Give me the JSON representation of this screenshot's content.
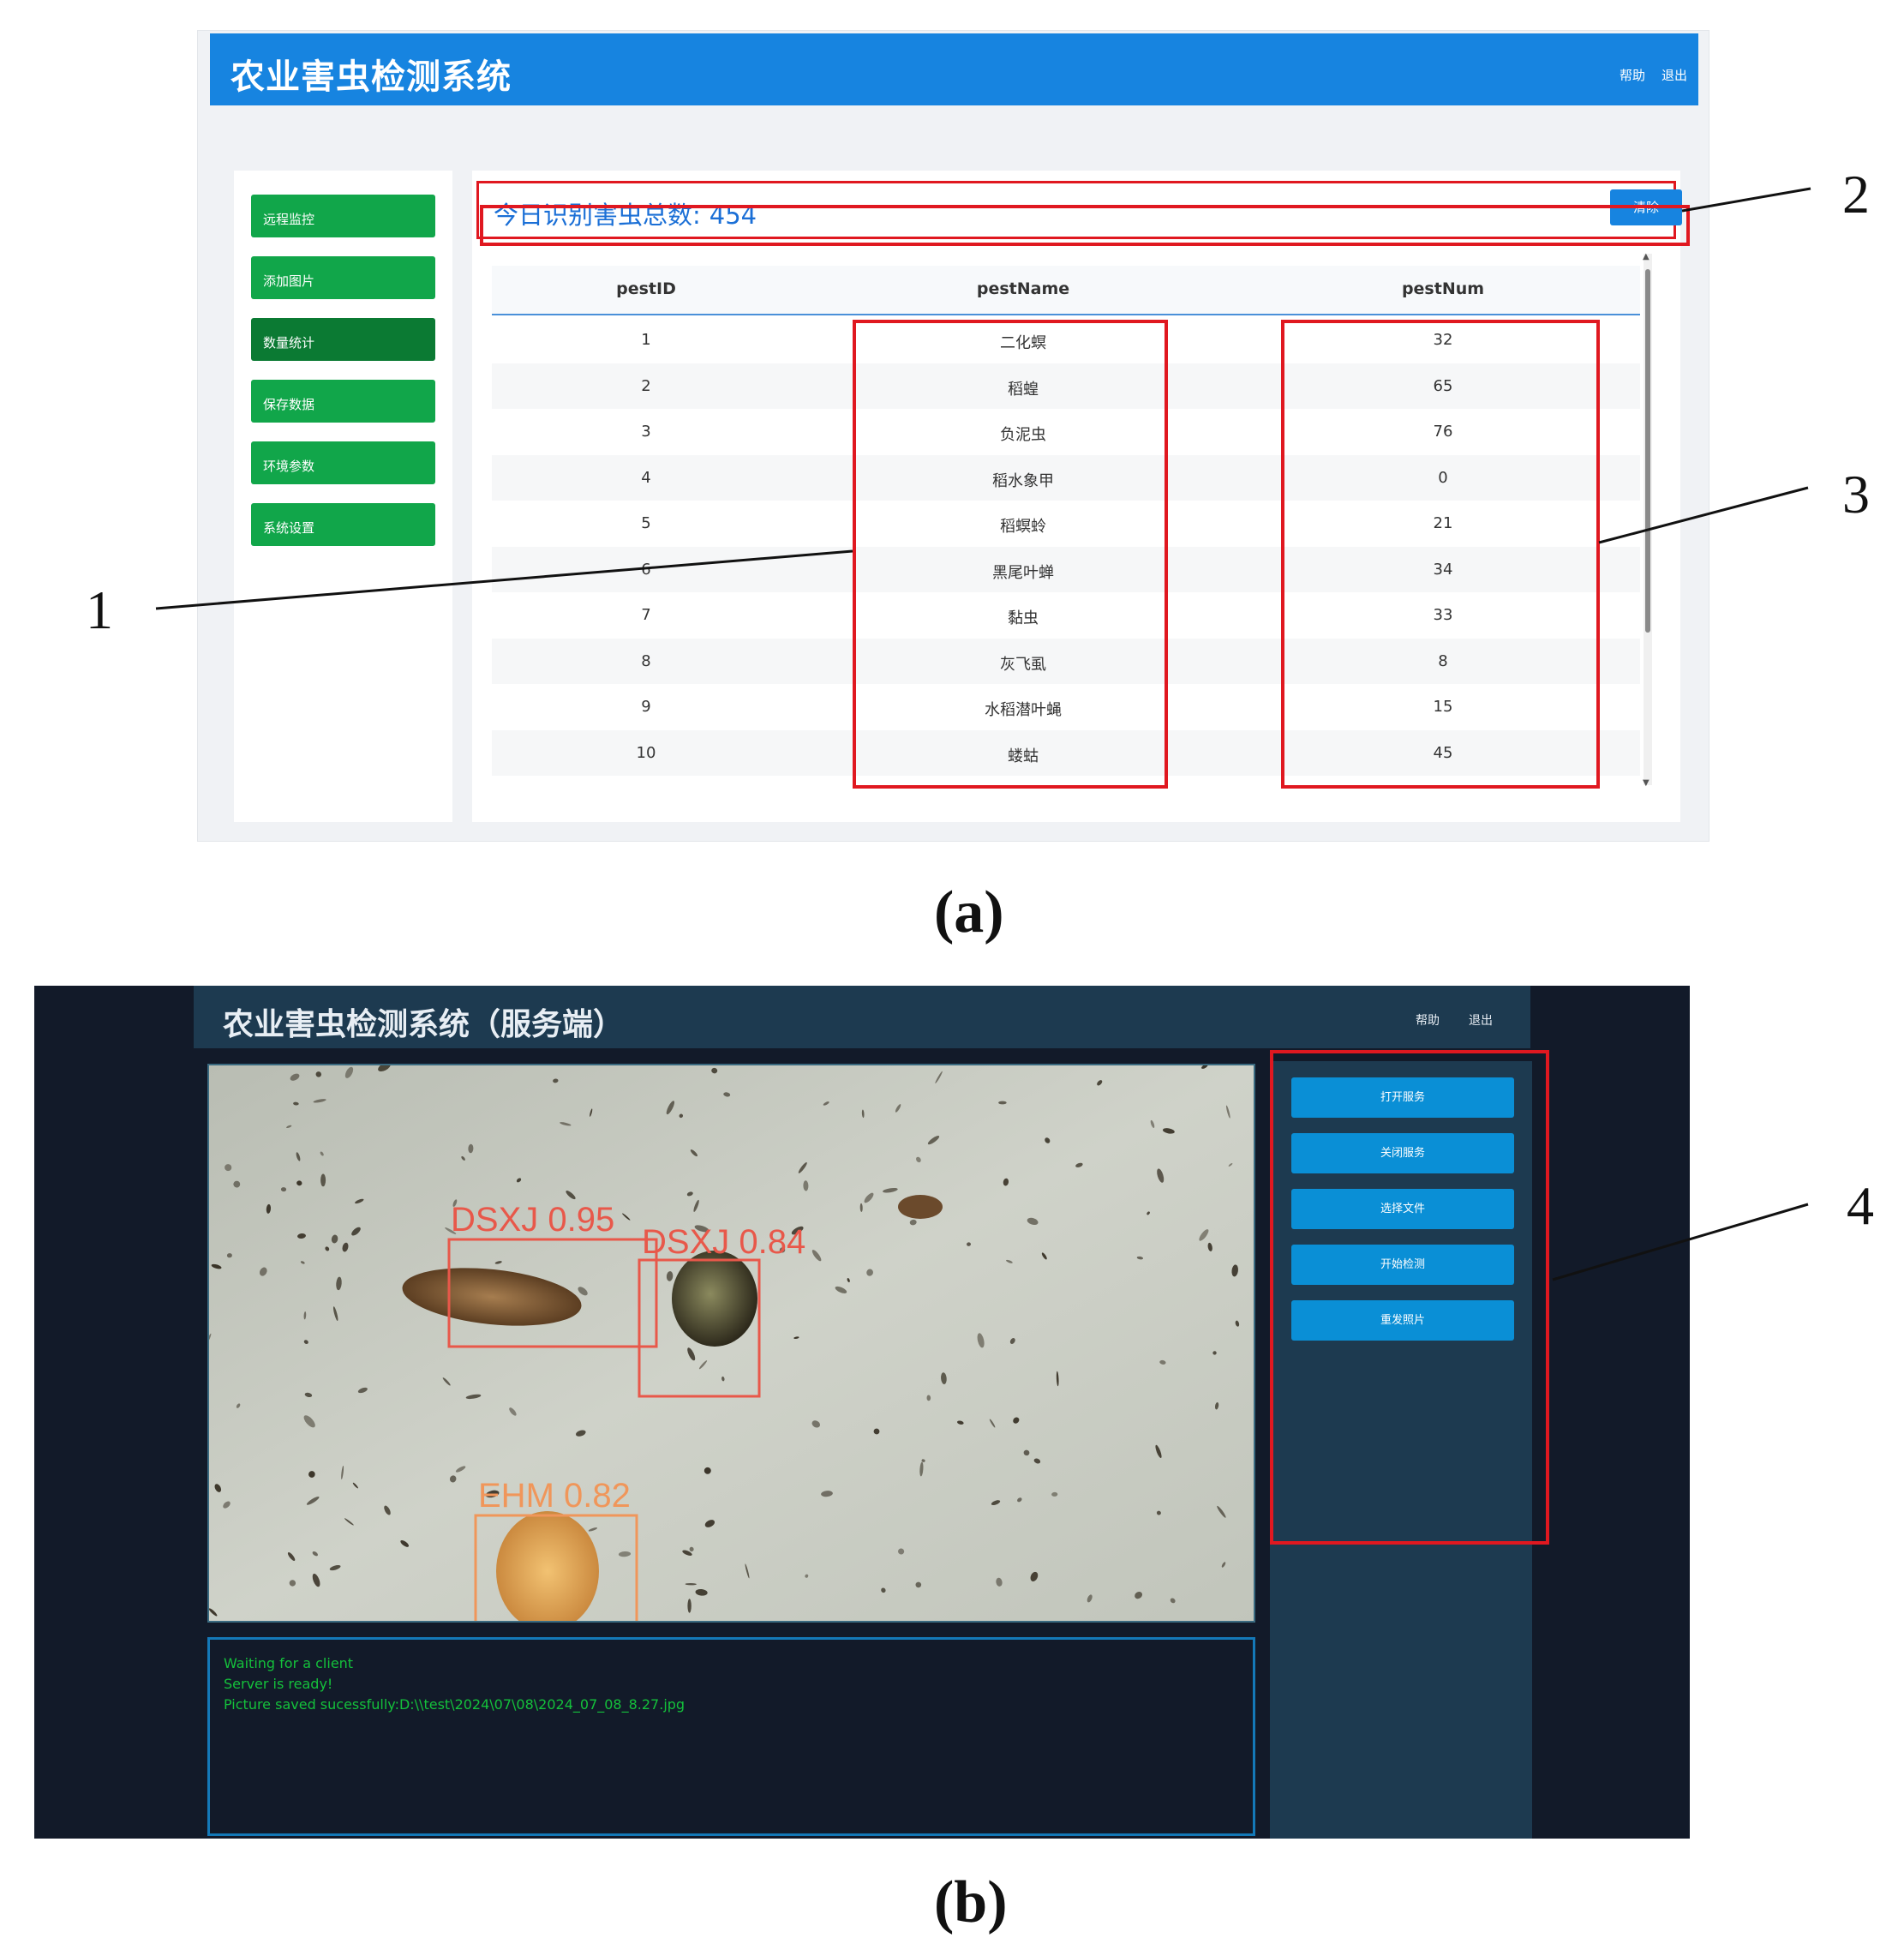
{
  "panel_a": {
    "title": "农业害虫检测系统",
    "header_links": [
      "帮助",
      "退出"
    ],
    "sidebar": [
      "远程监控",
      "添加图片",
      "数量统计",
      "保存数据",
      "环境参数",
      "系统设置"
    ],
    "total_label": "今日识别害虫总数:",
    "total_value": "454",
    "clear_button": "清除",
    "table": {
      "columns": [
        "pestID",
        "pestName",
        "pestNum"
      ],
      "rows": [
        [
          "1",
          "二化螟",
          "32"
        ],
        [
          "2",
          "稻蝗",
          "65"
        ],
        [
          "3",
          "负泥虫",
          "76"
        ],
        [
          "4",
          "稻水象甲",
          "0"
        ],
        [
          "5",
          "稻螟蛉",
          "21"
        ],
        [
          "6",
          "黑尾叶蝉",
          "34"
        ],
        [
          "7",
          "黏虫",
          "33"
        ],
        [
          "8",
          "灰飞虱",
          "8"
        ],
        [
          "9",
          "水稻潜叶蝇",
          "15"
        ],
        [
          "10",
          "蝼蛄",
          "45"
        ]
      ]
    },
    "caption": "(a)"
  },
  "panel_b": {
    "title": "农业害虫检测系统（服务端）",
    "header_links": [
      "帮助",
      "退出"
    ],
    "detections": [
      {
        "label": "DSXJ  0.95",
        "color": "#e8584a"
      },
      {
        "label": "DSXJ  0.84",
        "color": "#e8584a"
      },
      {
        "label": "EHM  0.82",
        "color": "#f0965a"
      }
    ],
    "console": [
      "Waiting for a client",
      "Server is ready!",
      "Picture saved sucessfully:D:\\\\test\\2024\\07\\08\\2024_07_08_8.27.jpg"
    ],
    "buttons": [
      "打开服务",
      "关闭服务",
      "选择文件",
      "开始检测",
      "重发照片"
    ],
    "caption": "(b)"
  },
  "callouts": [
    "1",
    "2",
    "3",
    "4"
  ],
  "colors": {
    "header_blue": "#1784e0",
    "nav_green": "#11a64a",
    "nav_active": "#0b7a33",
    "highlight_red": "#e01820",
    "server_bg": "#121a29",
    "server_panel": "#1d3a50",
    "server_button": "#0a8fd6",
    "console_text": "#14c13b"
  }
}
